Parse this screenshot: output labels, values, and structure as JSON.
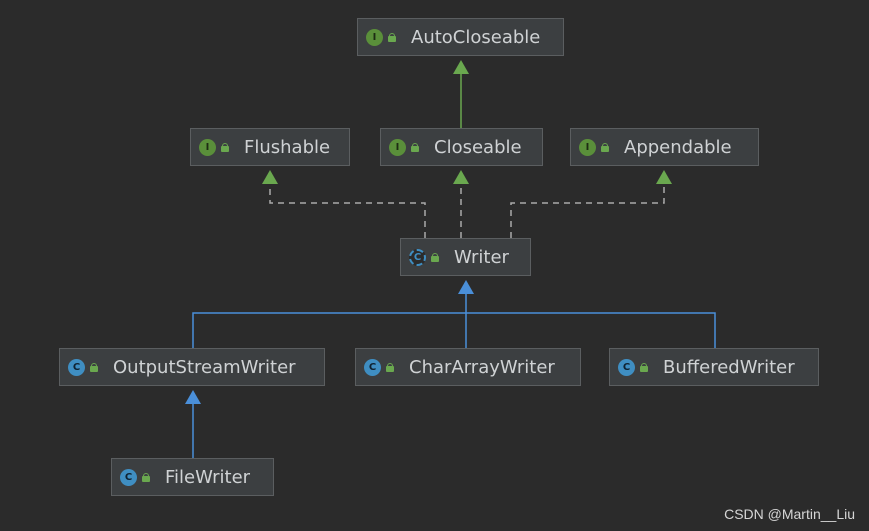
{
  "diagram": {
    "nodes": {
      "autocloseable": {
        "name": "AutoCloseable",
        "kind": "interface",
        "badge": "I"
      },
      "flushable": {
        "name": "Flushable",
        "kind": "interface",
        "badge": "I"
      },
      "closeable": {
        "name": "Closeable",
        "kind": "interface",
        "badge": "I"
      },
      "appendable": {
        "name": "Appendable",
        "kind": "interface",
        "badge": "I"
      },
      "writer": {
        "name": "Writer",
        "kind": "abstract-class",
        "badge": "C"
      },
      "outputstreamwriter": {
        "name": "OutputStreamWriter",
        "kind": "class",
        "badge": "C"
      },
      "chararraywriter": {
        "name": "CharArrayWriter",
        "kind": "class",
        "badge": "C"
      },
      "bufferedwriter": {
        "name": "BufferedWriter",
        "kind": "class",
        "badge": "C"
      },
      "filewriter": {
        "name": "FileWriter",
        "kind": "class",
        "badge": "C"
      }
    },
    "edges": [
      {
        "from": "Closeable",
        "to": "AutoCloseable",
        "type": "extends"
      },
      {
        "from": "Writer",
        "to": "Flushable",
        "type": "implements"
      },
      {
        "from": "Writer",
        "to": "Closeable",
        "type": "implements"
      },
      {
        "from": "Writer",
        "to": "Appendable",
        "type": "implements"
      },
      {
        "from": "OutputStreamWriter",
        "to": "Writer",
        "type": "extends"
      },
      {
        "from": "CharArrayWriter",
        "to": "Writer",
        "type": "extends"
      },
      {
        "from": "BufferedWriter",
        "to": "Writer",
        "type": "extends"
      },
      {
        "from": "FileWriter",
        "to": "OutputStreamWriter",
        "type": "extends"
      }
    ],
    "colors": {
      "background": "#2b2b2b",
      "interface_arrow": "#6aa84f",
      "class_arrow": "#4a8fd9",
      "implements_line": "#a9a9a9"
    }
  },
  "watermark": "CSDN @Martin__Liu"
}
